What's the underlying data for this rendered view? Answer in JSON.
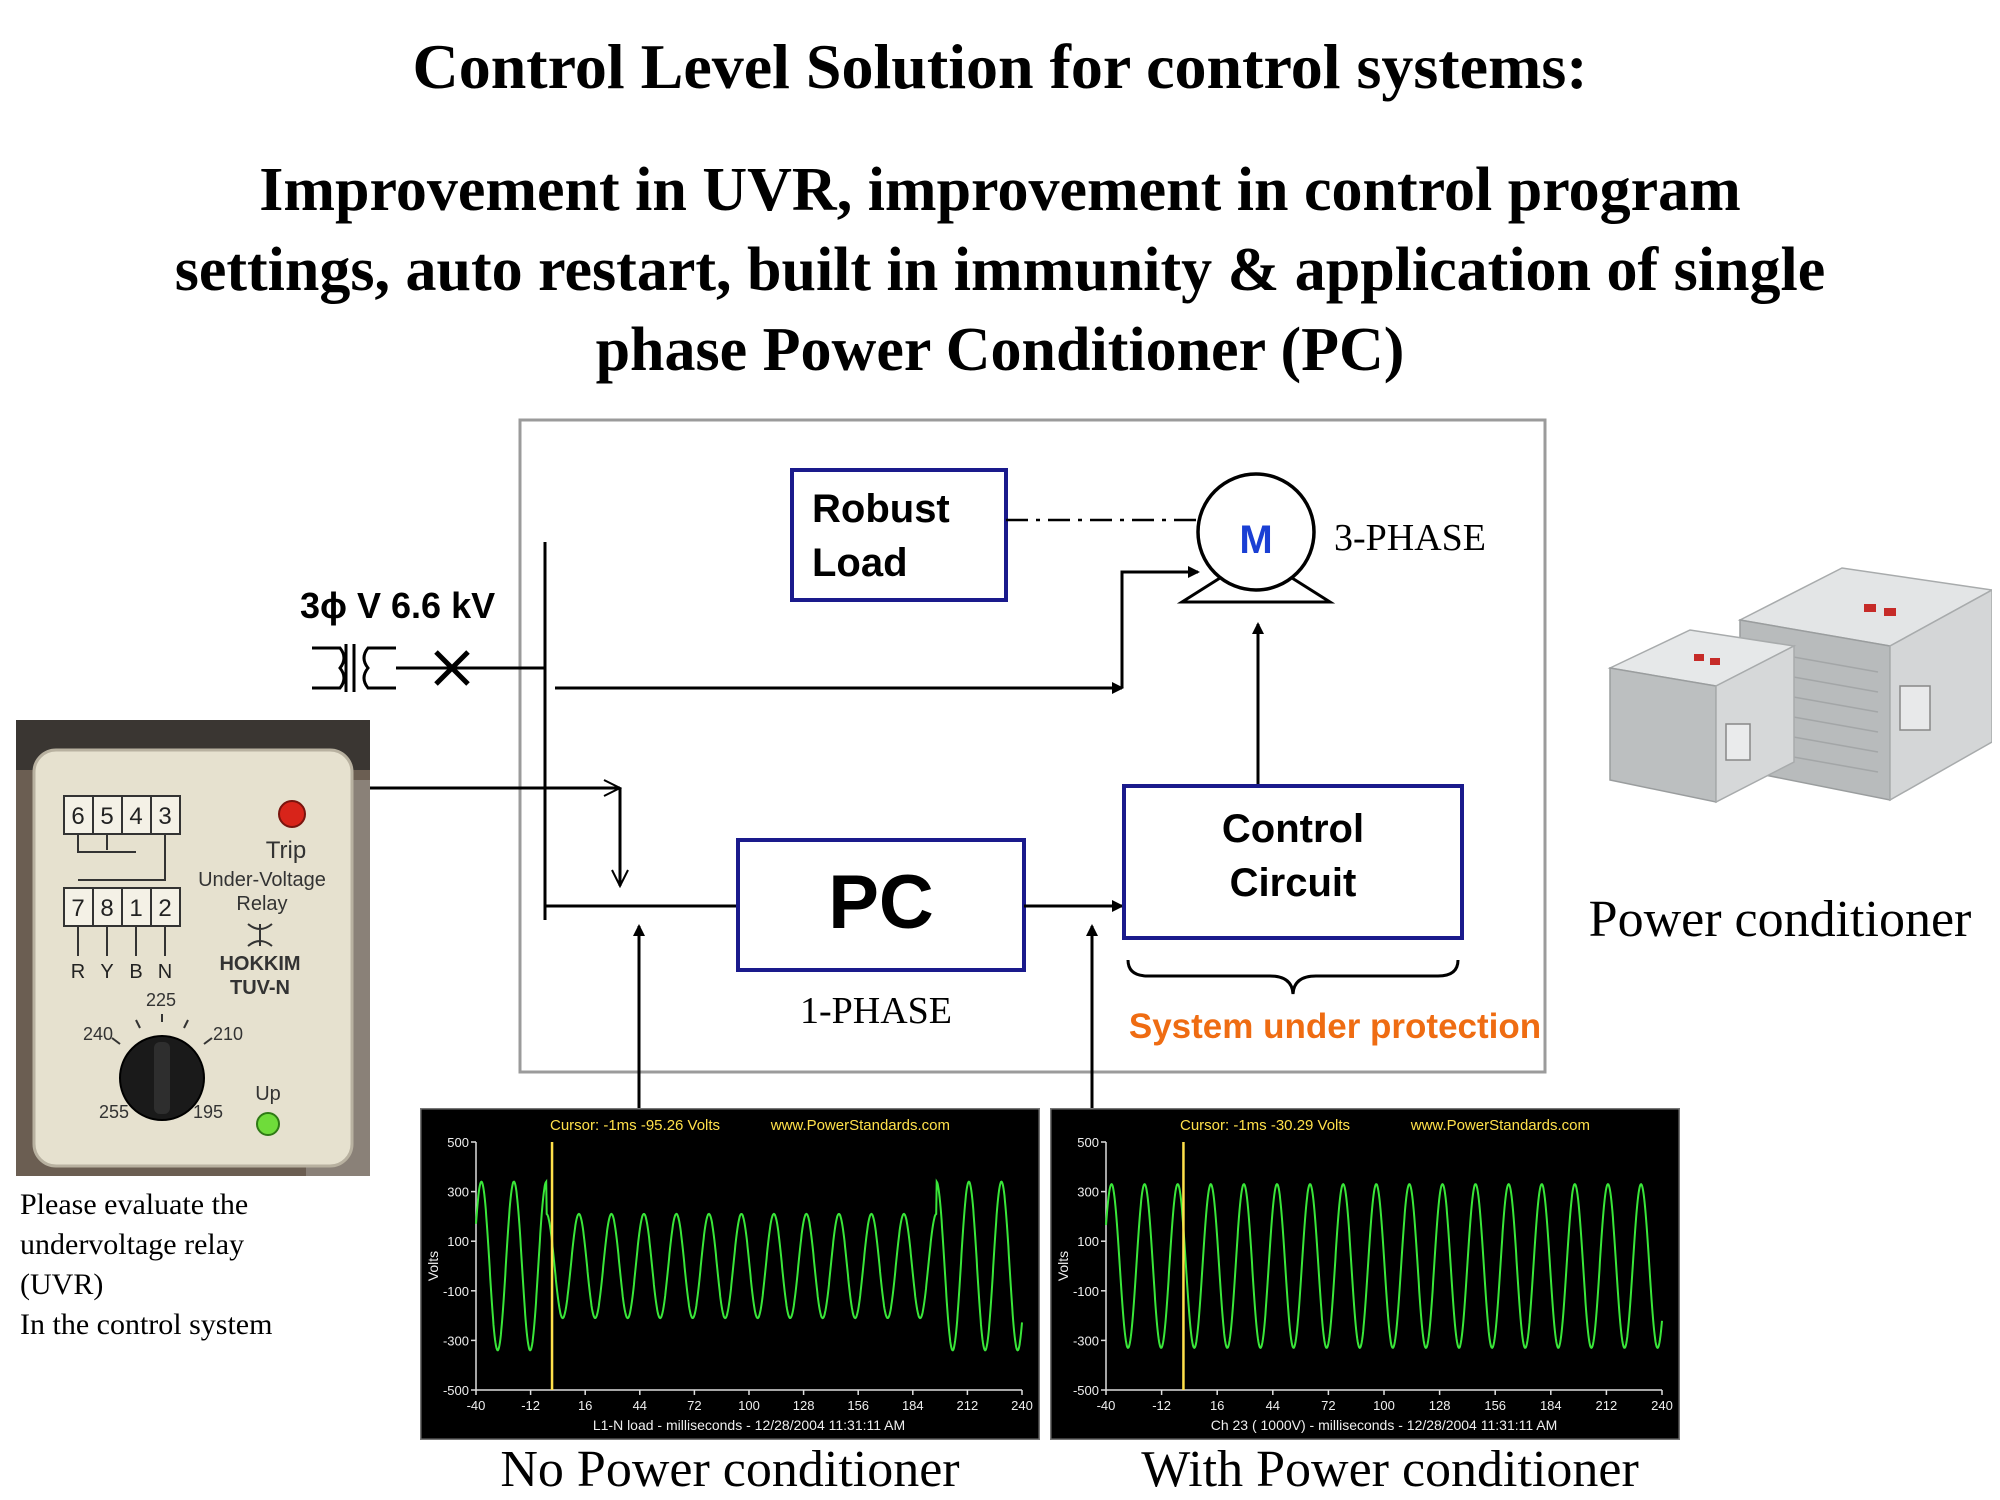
{
  "slide": {
    "title": "Control Level Solution for control systems:",
    "subtitle_lines": [
      "Improvement in UVR,  improvement in control program",
      "settings, auto restart, built in immunity & application of single",
      "phase Power Conditioner (PC)"
    ]
  },
  "diagram": {
    "supply_label": "3ϕ V 6.6 kV",
    "robust_load_lines": [
      "Robust",
      "Load"
    ],
    "motor_label": "M",
    "three_phase_label": "3-PHASE",
    "pc_label": "PC",
    "one_phase_label": "1-PHASE",
    "control_circuit_lines": [
      "Control",
      "Circuit"
    ],
    "system_under_protection": "System under protection",
    "colors": {
      "box_border": "#1a1a8c",
      "motor_label": "#1a3fd4",
      "protection_text": "#ef6c12",
      "frame_border": "#999999"
    }
  },
  "uvr_relay": {
    "terminals_top": [
      "6",
      "5",
      "4",
      "3"
    ],
    "terminals_bottom": [
      "7",
      "8",
      "1",
      "2"
    ],
    "phase_labels": [
      "R",
      "Y",
      "B",
      "N"
    ],
    "trip_label": "Trip",
    "name_lines": [
      "Under-Voltage",
      "Relay"
    ],
    "brand": "HOKKIM",
    "cert": "TUV-N",
    "dial_values": [
      "225",
      "240",
      "210",
      "255",
      "195"
    ],
    "up_label": "Up",
    "note_lines": [
      "Please evaluate the",
      "undervoltage relay",
      "(UVR)",
      "In the control system"
    ]
  },
  "power_conditioner_photo": {
    "caption": "Power conditioner"
  },
  "scope_left": {
    "cursor_text": "Cursor:  -1ms  -95.26 Volts",
    "site": "www.PowerStandards.com",
    "ylabel": "Volts",
    "footer": "L1-N load     - milliseconds -     12/28/2004 11:31:11 AM",
    "caption": "No Power conditioner"
  },
  "scope_right": {
    "cursor_text": "Cursor:  -1ms  -30.29 Volts",
    "site": "www.PowerStandards.com",
    "ylabel": "Volts",
    "footer": "Ch 23 (    1000V)   - milliseconds -     12/28/2004 11:31:11 AM",
    "caption": "With Power conditioner"
  },
  "chart_data": [
    {
      "type": "line",
      "title": "",
      "xlabel": "milliseconds",
      "ylabel": "Volts",
      "xlim": [
        -40,
        240
      ],
      "ylim": [
        -500,
        500
      ],
      "x_ticks": [
        -40,
        -12,
        16,
        44,
        72,
        100,
        128,
        156,
        184,
        212,
        240
      ],
      "y_ticks": [
        500,
        300,
        100,
        -100,
        -300,
        -500
      ],
      "cursor_ms": -1,
      "series": [
        {
          "frequency_hz": 60,
          "segments": [
            {
              "x_range": [
                -40,
                -4
              ],
              "amplitude_v": 340
            },
            {
              "x_range": [
                -4,
                196
              ],
              "amplitude_v": 210
            },
            {
              "x_range": [
                196,
                240
              ],
              "amplitude_v": 340
            }
          ]
        }
      ]
    },
    {
      "type": "line",
      "title": "",
      "xlabel": "milliseconds",
      "ylabel": "Volts",
      "xlim": [
        -40,
        240
      ],
      "ylim": [
        -500,
        500
      ],
      "x_ticks": [
        -40,
        -12,
        16,
        44,
        72,
        100,
        128,
        156,
        184,
        212,
        240
      ],
      "y_ticks": [
        500,
        300,
        100,
        -100,
        -300,
        -500
      ],
      "cursor_ms": -1,
      "series": [
        {
          "frequency_hz": 60,
          "segments": [
            {
              "x_range": [
                -40,
                240
              ],
              "amplitude_v": 330
            }
          ]
        }
      ]
    }
  ]
}
